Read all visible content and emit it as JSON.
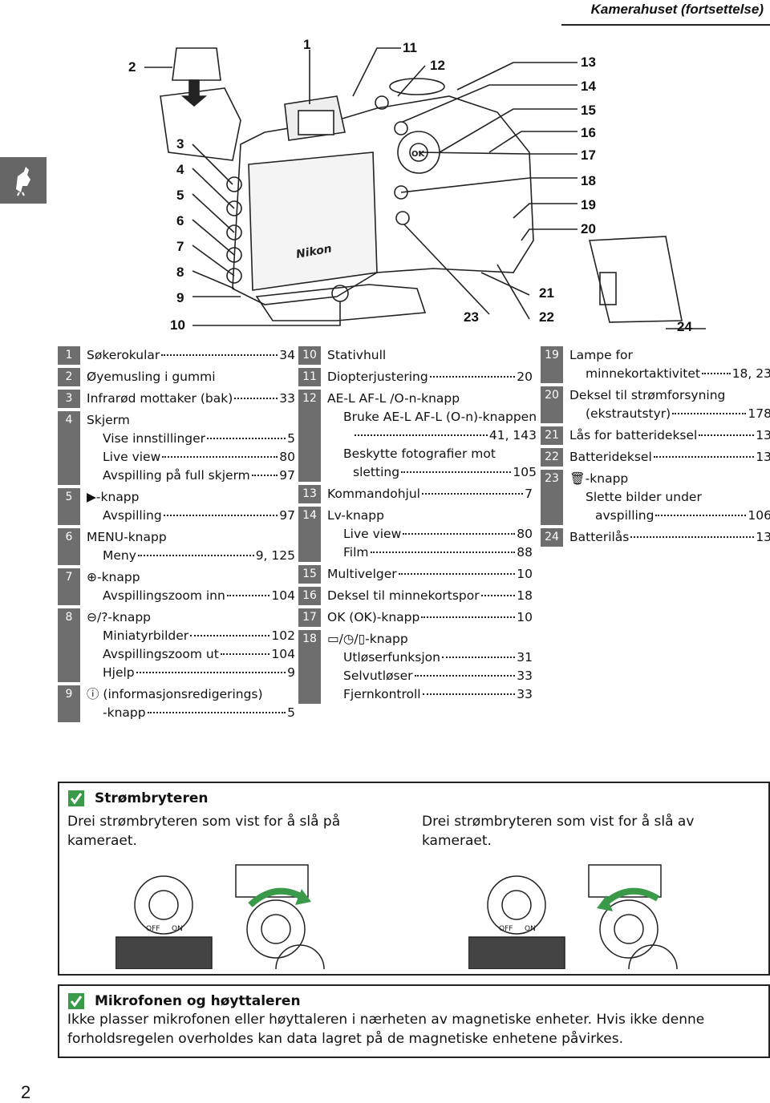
{
  "header": {
    "title": "Kamerahuset (fortsettelse)"
  },
  "callouts": [
    "1",
    "2",
    "3",
    "4",
    "5",
    "6",
    "7",
    "8",
    "9",
    "10",
    "11",
    "12",
    "13",
    "14",
    "15",
    "16",
    "17",
    "18",
    "19",
    "20",
    "21",
    "22",
    "23",
    "24"
  ],
  "columns": [
    [
      {
        "num": "1",
        "lines": [
          {
            "t": "Søkerokular",
            "p": "34"
          }
        ]
      },
      {
        "num": "2",
        "lines": [
          {
            "t": "Øyemusling i gummi"
          }
        ]
      },
      {
        "num": "3",
        "lines": [
          {
            "t": "Infrarød mottaker (bak)",
            "p": "33"
          }
        ]
      },
      {
        "num": "4",
        "lines": [
          {
            "t": "Skjerm"
          },
          {
            "t": "Vise innstillinger",
            "p": "5",
            "i": 1
          },
          {
            "t": "Live view",
            "p": "80",
            "i": 1
          },
          {
            "t": "Avspilling på full skjerm",
            "p": "97",
            "i": 1
          }
        ]
      },
      {
        "num": "5",
        "lines": [
          {
            "t": "▶-knapp"
          },
          {
            "t": "Avspilling",
            "p": "97",
            "i": 1
          }
        ]
      },
      {
        "num": "6",
        "lines": [
          {
            "t": "MENU-knapp"
          },
          {
            "t": "Meny",
            "p": "9, 125",
            "i": 1
          }
        ]
      },
      {
        "num": "7",
        "lines": [
          {
            "t": "⊕-knapp"
          },
          {
            "t": "Avspillingszoom inn",
            "p": "104",
            "i": 1
          }
        ]
      },
      {
        "num": "8",
        "lines": [
          {
            "t": "⊖/?-knapp"
          },
          {
            "t": "Miniatyrbilder",
            "p": "102",
            "i": 1
          },
          {
            "t": "Avspillingszoom ut",
            "p": "104",
            "i": 1
          },
          {
            "t": "Hjelp",
            "p": "9",
            "i": 1
          }
        ]
      },
      {
        "num": "9",
        "lines": [
          {
            "t": "ⓘ (informasjonsredigerings)"
          },
          {
            "t": "-knapp",
            "p": "5",
            "i": 1
          }
        ]
      }
    ],
    [
      {
        "num": "10",
        "lines": [
          {
            "t": "Stativhull"
          }
        ]
      },
      {
        "num": "11",
        "lines": [
          {
            "t": "Diopterjustering",
            "p": "20"
          }
        ]
      },
      {
        "num": "12",
        "lines": [
          {
            "t": "AE-L AF-L /O-n-knapp"
          },
          {
            "t": "Bruke AE-L AF-L (O-n)-knappen",
            "i": 1
          },
          {
            "t": "",
            "p": "41, 143",
            "i": 2
          },
          {
            "t": "Beskytte fotografier mot",
            "i": 1
          },
          {
            "t": "sletting",
            "p": "105",
            "i": 2
          }
        ]
      },
      {
        "num": "13",
        "lines": [
          {
            "t": "Kommandohjul",
            "p": "7"
          }
        ]
      },
      {
        "num": "14",
        "lines": [
          {
            "t": "Lv-knapp"
          },
          {
            "t": "Live view",
            "p": "80",
            "i": 1
          },
          {
            "t": "Film",
            "p": "88",
            "i": 1
          }
        ]
      },
      {
        "num": "15",
        "lines": [
          {
            "t": "Multivelger",
            "p": "10"
          }
        ]
      },
      {
        "num": "16",
        "lines": [
          {
            "t": "Deksel til minnekortspor",
            "p": "18"
          }
        ]
      },
      {
        "num": "17",
        "lines": [
          {
            "t": "OK (OK)-knapp",
            "p": "10"
          }
        ]
      },
      {
        "num": "18",
        "lines": [
          {
            "t": "▭/◷/▯-knapp"
          },
          {
            "t": "Utløserfunksjon",
            "p": "31",
            "i": 1
          },
          {
            "t": "Selvutløser",
            "p": "33",
            "i": 1
          },
          {
            "t": "Fjernkontroll",
            "p": "33",
            "i": 1
          }
        ]
      }
    ],
    [
      {
        "num": "19",
        "lines": [
          {
            "t": "Lampe for"
          },
          {
            "t": "minnekortaktivitet",
            "p": "18, 23",
            "i": 1
          }
        ]
      },
      {
        "num": "20",
        "lines": [
          {
            "t": "Deksel til strømforsyning"
          },
          {
            "t": "(ekstrautstyr)",
            "p": "178",
            "i": 1
          }
        ]
      },
      {
        "num": "21",
        "lines": [
          {
            "t": "Lås for batterideksel",
            "p": "13"
          }
        ]
      },
      {
        "num": "22",
        "lines": [
          {
            "t": "Batterideksel",
            "p": "13"
          }
        ]
      },
      {
        "num": "23",
        "lines": [
          {
            "t": "🗑-knapp"
          },
          {
            "t": "Slette bilder under",
            "i": 1
          },
          {
            "t": "avspilling",
            "p": "106",
            "i": 2
          }
        ]
      },
      {
        "num": "24",
        "lines": [
          {
            "t": "Batterilås",
            "p": "13"
          }
        ]
      }
    ]
  ],
  "box1": {
    "title": "Strømbryteren",
    "left_text": "Drei strømbryteren som vist for å slå på kameraet.",
    "right_text": "Drei strømbryteren som vist for å slå av kameraet.",
    "switch_label_off": "OFF",
    "switch_label_on": "ON"
  },
  "box2": {
    "title": "Mikrofonen og høyttaleren",
    "text": "Ikke plasser mikrofonen eller høyttaleren i nærheten av magnetiske enheter.  Hvis ikke denne forholdsregelen overholdes kan data lagret på de magnetiske enhetene påvirkes."
  },
  "page_number": "2",
  "illustration": {
    "brand_text": "Nikon",
    "ok_label": "OK"
  }
}
